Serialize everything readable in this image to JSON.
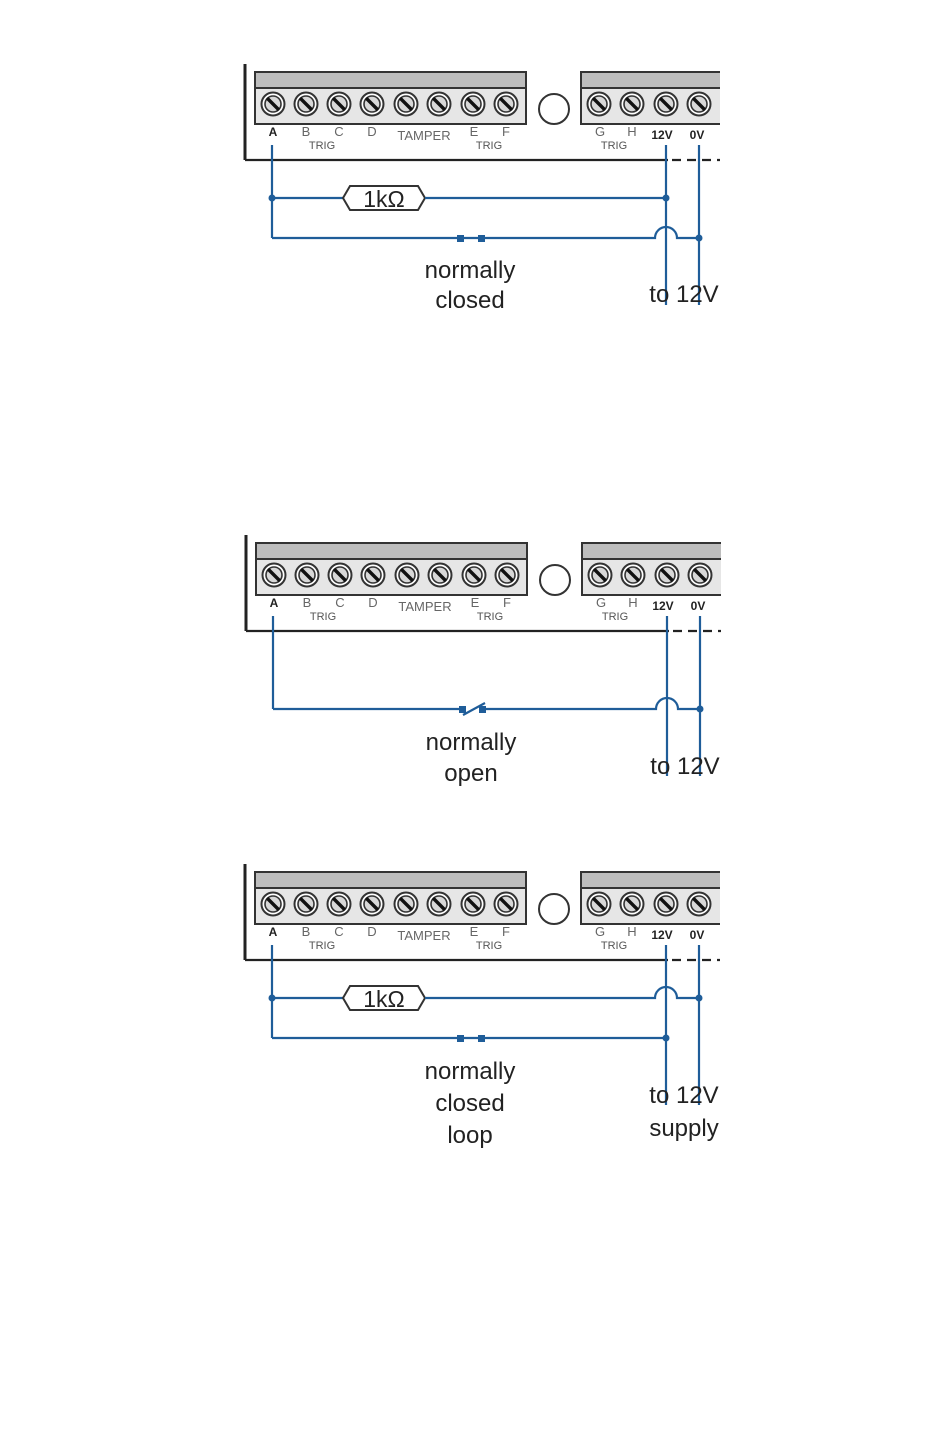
{
  "terminal_labels": {
    "a": "A",
    "b": "B",
    "c": "C",
    "d": "D",
    "tamper": "TAMPER",
    "e": "E",
    "f": "F",
    "g": "G",
    "h": "H",
    "v12": "12V",
    "v0": "0V",
    "trig": "TRIG"
  },
  "diagrams": [
    {
      "resistor": "1kΩ",
      "contact_label": [
        "normally",
        "closed"
      ],
      "supply_label": [
        "to 12V"
      ]
    },
    {
      "contact_label": [
        "normally",
        "open"
      ],
      "supply_label": [
        "to 12V"
      ]
    },
    {
      "resistor": "1kΩ",
      "contact_label": [
        "normally",
        "closed",
        "loop"
      ],
      "supply_label": [
        "to 12V",
        "supply"
      ]
    }
  ],
  "colors": {
    "wire": "#1f5d99",
    "strip_fill": "#e6e6e6",
    "strip_header": "#bdbdbd",
    "outline": "#333333"
  }
}
